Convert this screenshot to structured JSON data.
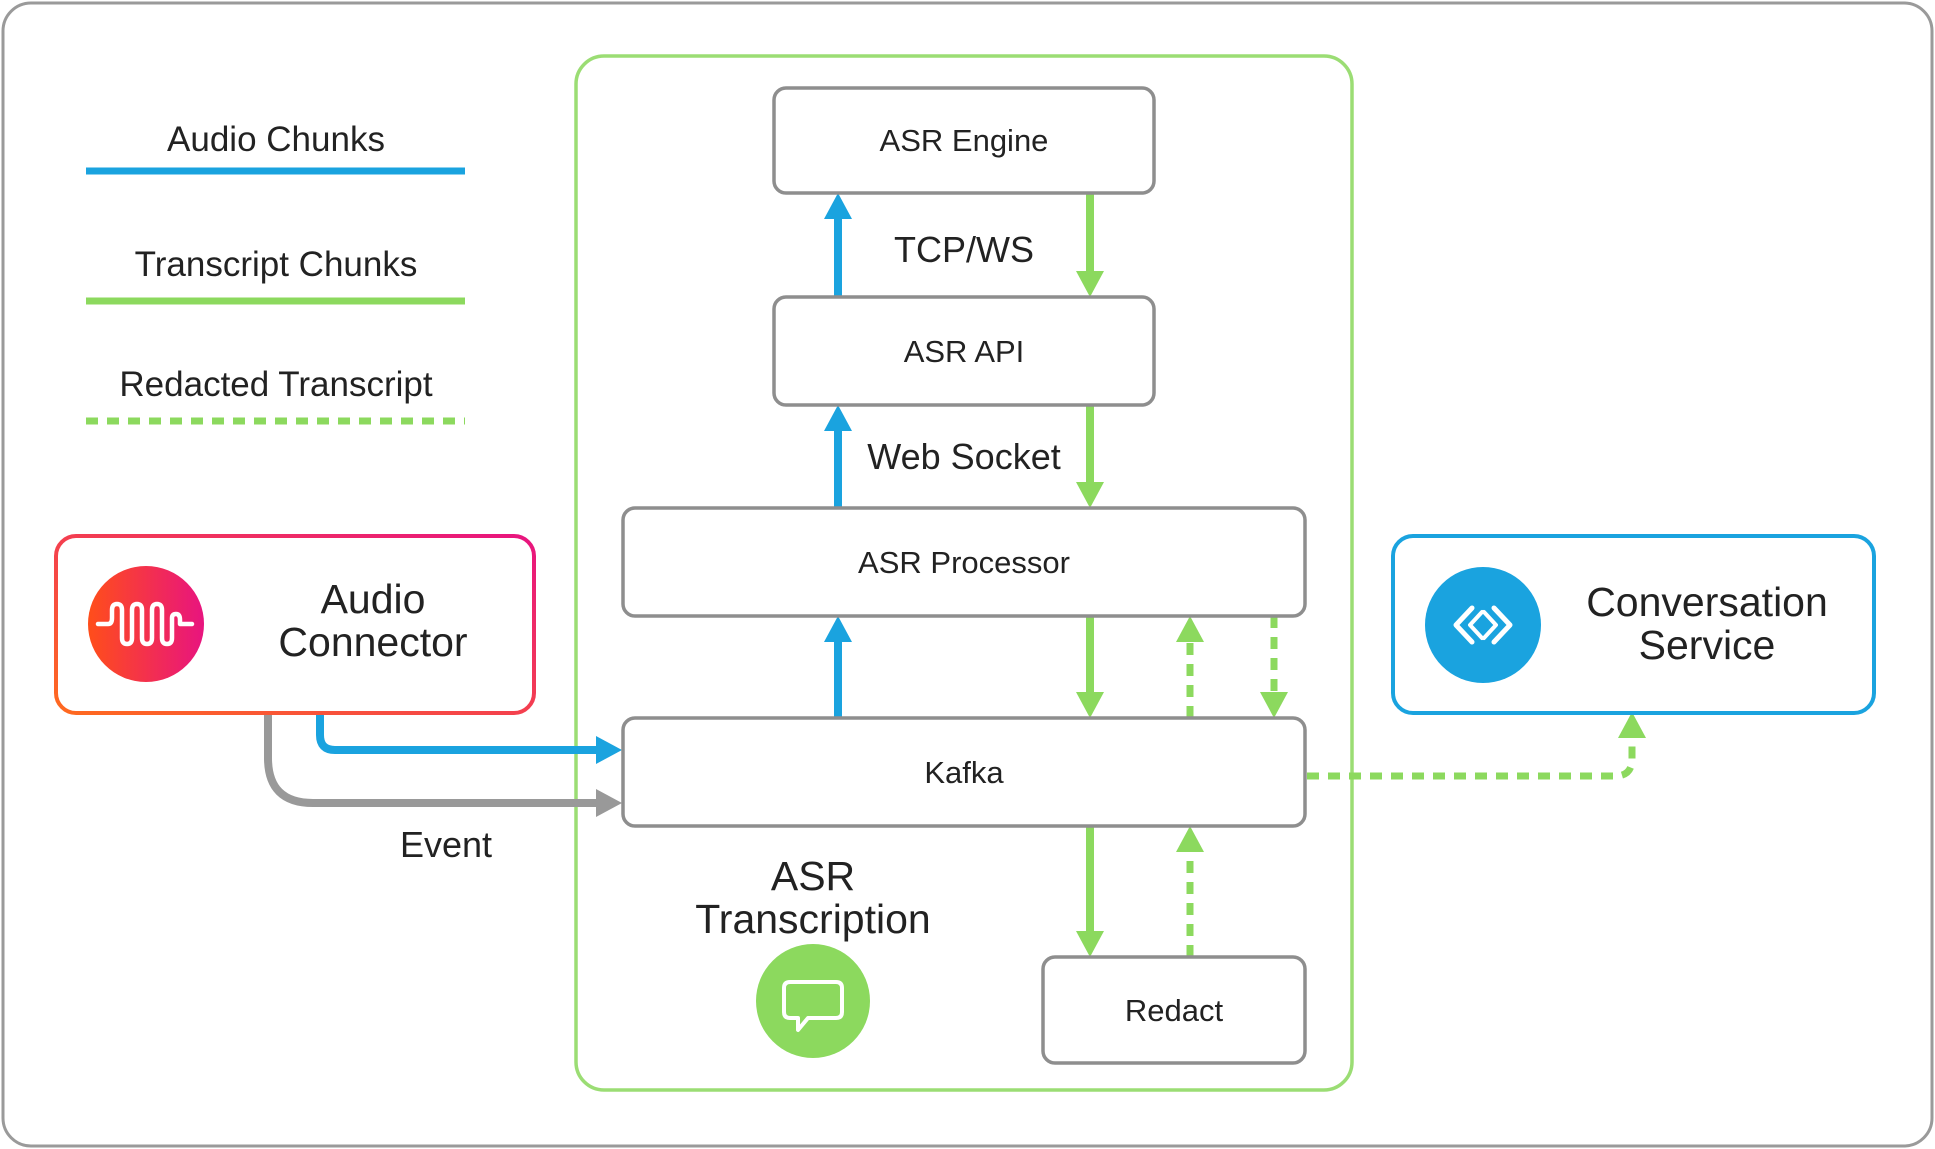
{
  "legend": {
    "audio_chunks": "Audio Chunks",
    "transcript_chunks": "Transcript Chunks",
    "redacted_transcript": "Redacted Transcript"
  },
  "nodes": {
    "asr_engine": "ASR Engine",
    "asr_api": "ASR API",
    "asr_processor": "ASR Processor",
    "kafka": "Kafka",
    "redact": "Redact",
    "audio_connector_line1": "Audio",
    "audio_connector_line2": "Connector",
    "conversation_service_line1": "Conversation",
    "conversation_service_line2": "Service"
  },
  "edge_labels": {
    "tcp_ws": "TCP/WS",
    "web_socket": "Web Socket",
    "event": "Event"
  },
  "group": {
    "title_line1": "ASR",
    "title_line2": "Transcription"
  },
  "icons": {
    "audio_connector": "waveform-icon",
    "conversation_service": "code-brackets-icon",
    "asr_transcription": "chat-bubble-icon"
  },
  "colors": {
    "audio": "#1AA3DF",
    "transcript": "#8CD95E",
    "event": "#999999",
    "box_border": "#8E8E8E",
    "group_border": "#9BDD74",
    "audio_connector_start": "#FF5A1F",
    "audio_connector_end": "#E7137B",
    "conversation_service": "#1AA3DF"
  }
}
